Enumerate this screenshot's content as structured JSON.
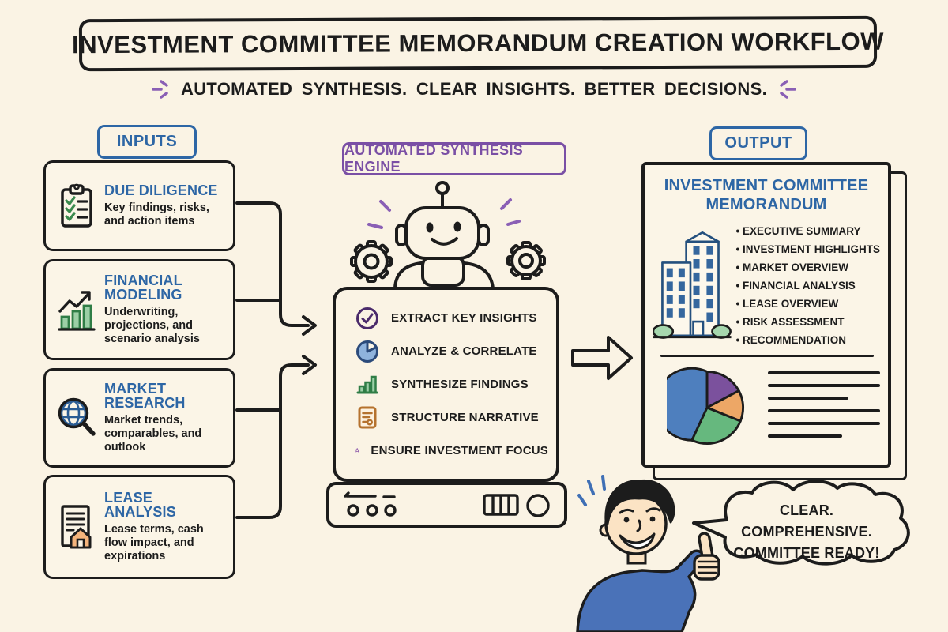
{
  "title": "INVESTMENT COMMITTEE MEMORANDUM CREATION WORKFLOW",
  "subtitle": "AUTOMATED SYNTHESIS. CLEAR INSIGHTS. BETTER DECISIONS.",
  "inputs": {
    "label": "INPUTS",
    "cards": [
      {
        "title": "DUE DILIGENCE",
        "description": "Key findings, risks, and action items",
        "icon": "clipboard-checklist-icon"
      },
      {
        "title": "FINANCIAL MODELING",
        "description": "Underwriting, projections, and scenario analysis",
        "icon": "growth-bar-chart-icon"
      },
      {
        "title": "MARKET RESEARCH",
        "description": "Market trends, comparables, and outlook",
        "icon": "globe-magnifier-icon"
      },
      {
        "title": "LEASE ANALYSIS",
        "description": "Lease terms, cash flow impact, and expirations",
        "icon": "lease-document-house-icon"
      }
    ]
  },
  "engine": {
    "label": "AUTOMATED SYNTHESIS ENGINE",
    "steps": [
      {
        "label": "EXTRACT KEY INSIGHTS",
        "icon": "check-circle-icon"
      },
      {
        "label": "ANALYZE & CORRELATE",
        "icon": "pie-chart-icon"
      },
      {
        "label": "SYNTHESIZE FINDINGS",
        "icon": "bar-chart-icon"
      },
      {
        "label": "STRUCTURE NARRATIVE",
        "icon": "document-lines-icon"
      },
      {
        "label": "ENSURE INVESTMENT FOCUS",
        "icon": "star-icon"
      }
    ]
  },
  "output": {
    "label": "OUTPUT",
    "document_title": "INVESTMENT COMMITTEE MEMORANDUM",
    "sections": [
      "EXECUTIVE SUMMARY",
      "INVESTMENT HIGHLIGHTS",
      "MARKET OVERVIEW",
      "FINANCIAL ANALYSIS",
      "LEASE OVERVIEW",
      "RISK ASSESSMENT",
      "RECOMMENDATION"
    ],
    "pie_chart": {
      "type": "pie",
      "slices": [
        {
          "color": "#7b519d",
          "percent": 17
        },
        {
          "color": "#eda766",
          "percent": 14
        },
        {
          "color": "#66b87e",
          "percent": 26
        },
        {
          "color": "#4e7fbe",
          "percent": 43
        }
      ]
    }
  },
  "speech_bubble": {
    "line1": "CLEAR. COMPREHENSIVE.",
    "line2": "COMMITTEE READY!"
  },
  "colors": {
    "background": "#faf3e4",
    "ink": "#1c1c1c",
    "heading_blue": "#2d66a5",
    "accent_purple": "#7a4fa5",
    "green": "#5fae76",
    "orange": "#eda766",
    "sweater_blue": "#4a72b8"
  }
}
